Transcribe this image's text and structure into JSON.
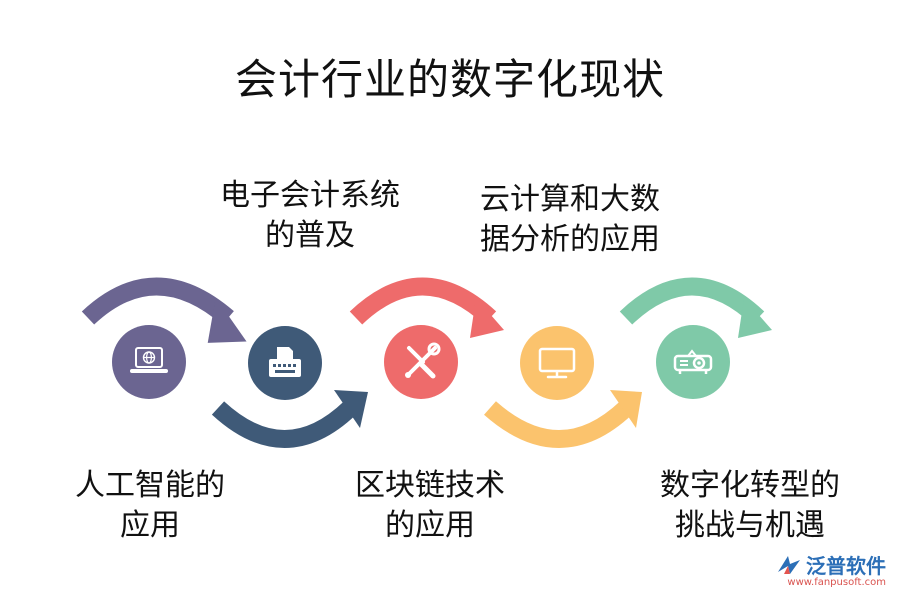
{
  "title": "会计行业的数字化现状",
  "colors": {
    "c1": "#6b6591",
    "c2": "#3f5a78",
    "c3": "#ee6b6b",
    "c4": "#fbc36d",
    "c5": "#7fc9a8"
  },
  "nodes": [
    {
      "icon": "laptop-globe-icon",
      "label": [
        "人工智能的",
        "应用"
      ]
    },
    {
      "icon": "typewriter-icon",
      "label": [
        "电子会计系统",
        "的普及"
      ]
    },
    {
      "icon": "tools-icon",
      "label": [
        "区块链技术",
        "的应用"
      ]
    },
    {
      "icon": "monitor-icon",
      "label": [
        "云计算和大数",
        "据分析的应用"
      ]
    },
    {
      "icon": "projector-icon",
      "label": [
        "数字化转型的",
        "挑战与机遇"
      ]
    }
  ],
  "logo": {
    "name": "泛普软件",
    "url": "www.fanpusoft.com"
  }
}
